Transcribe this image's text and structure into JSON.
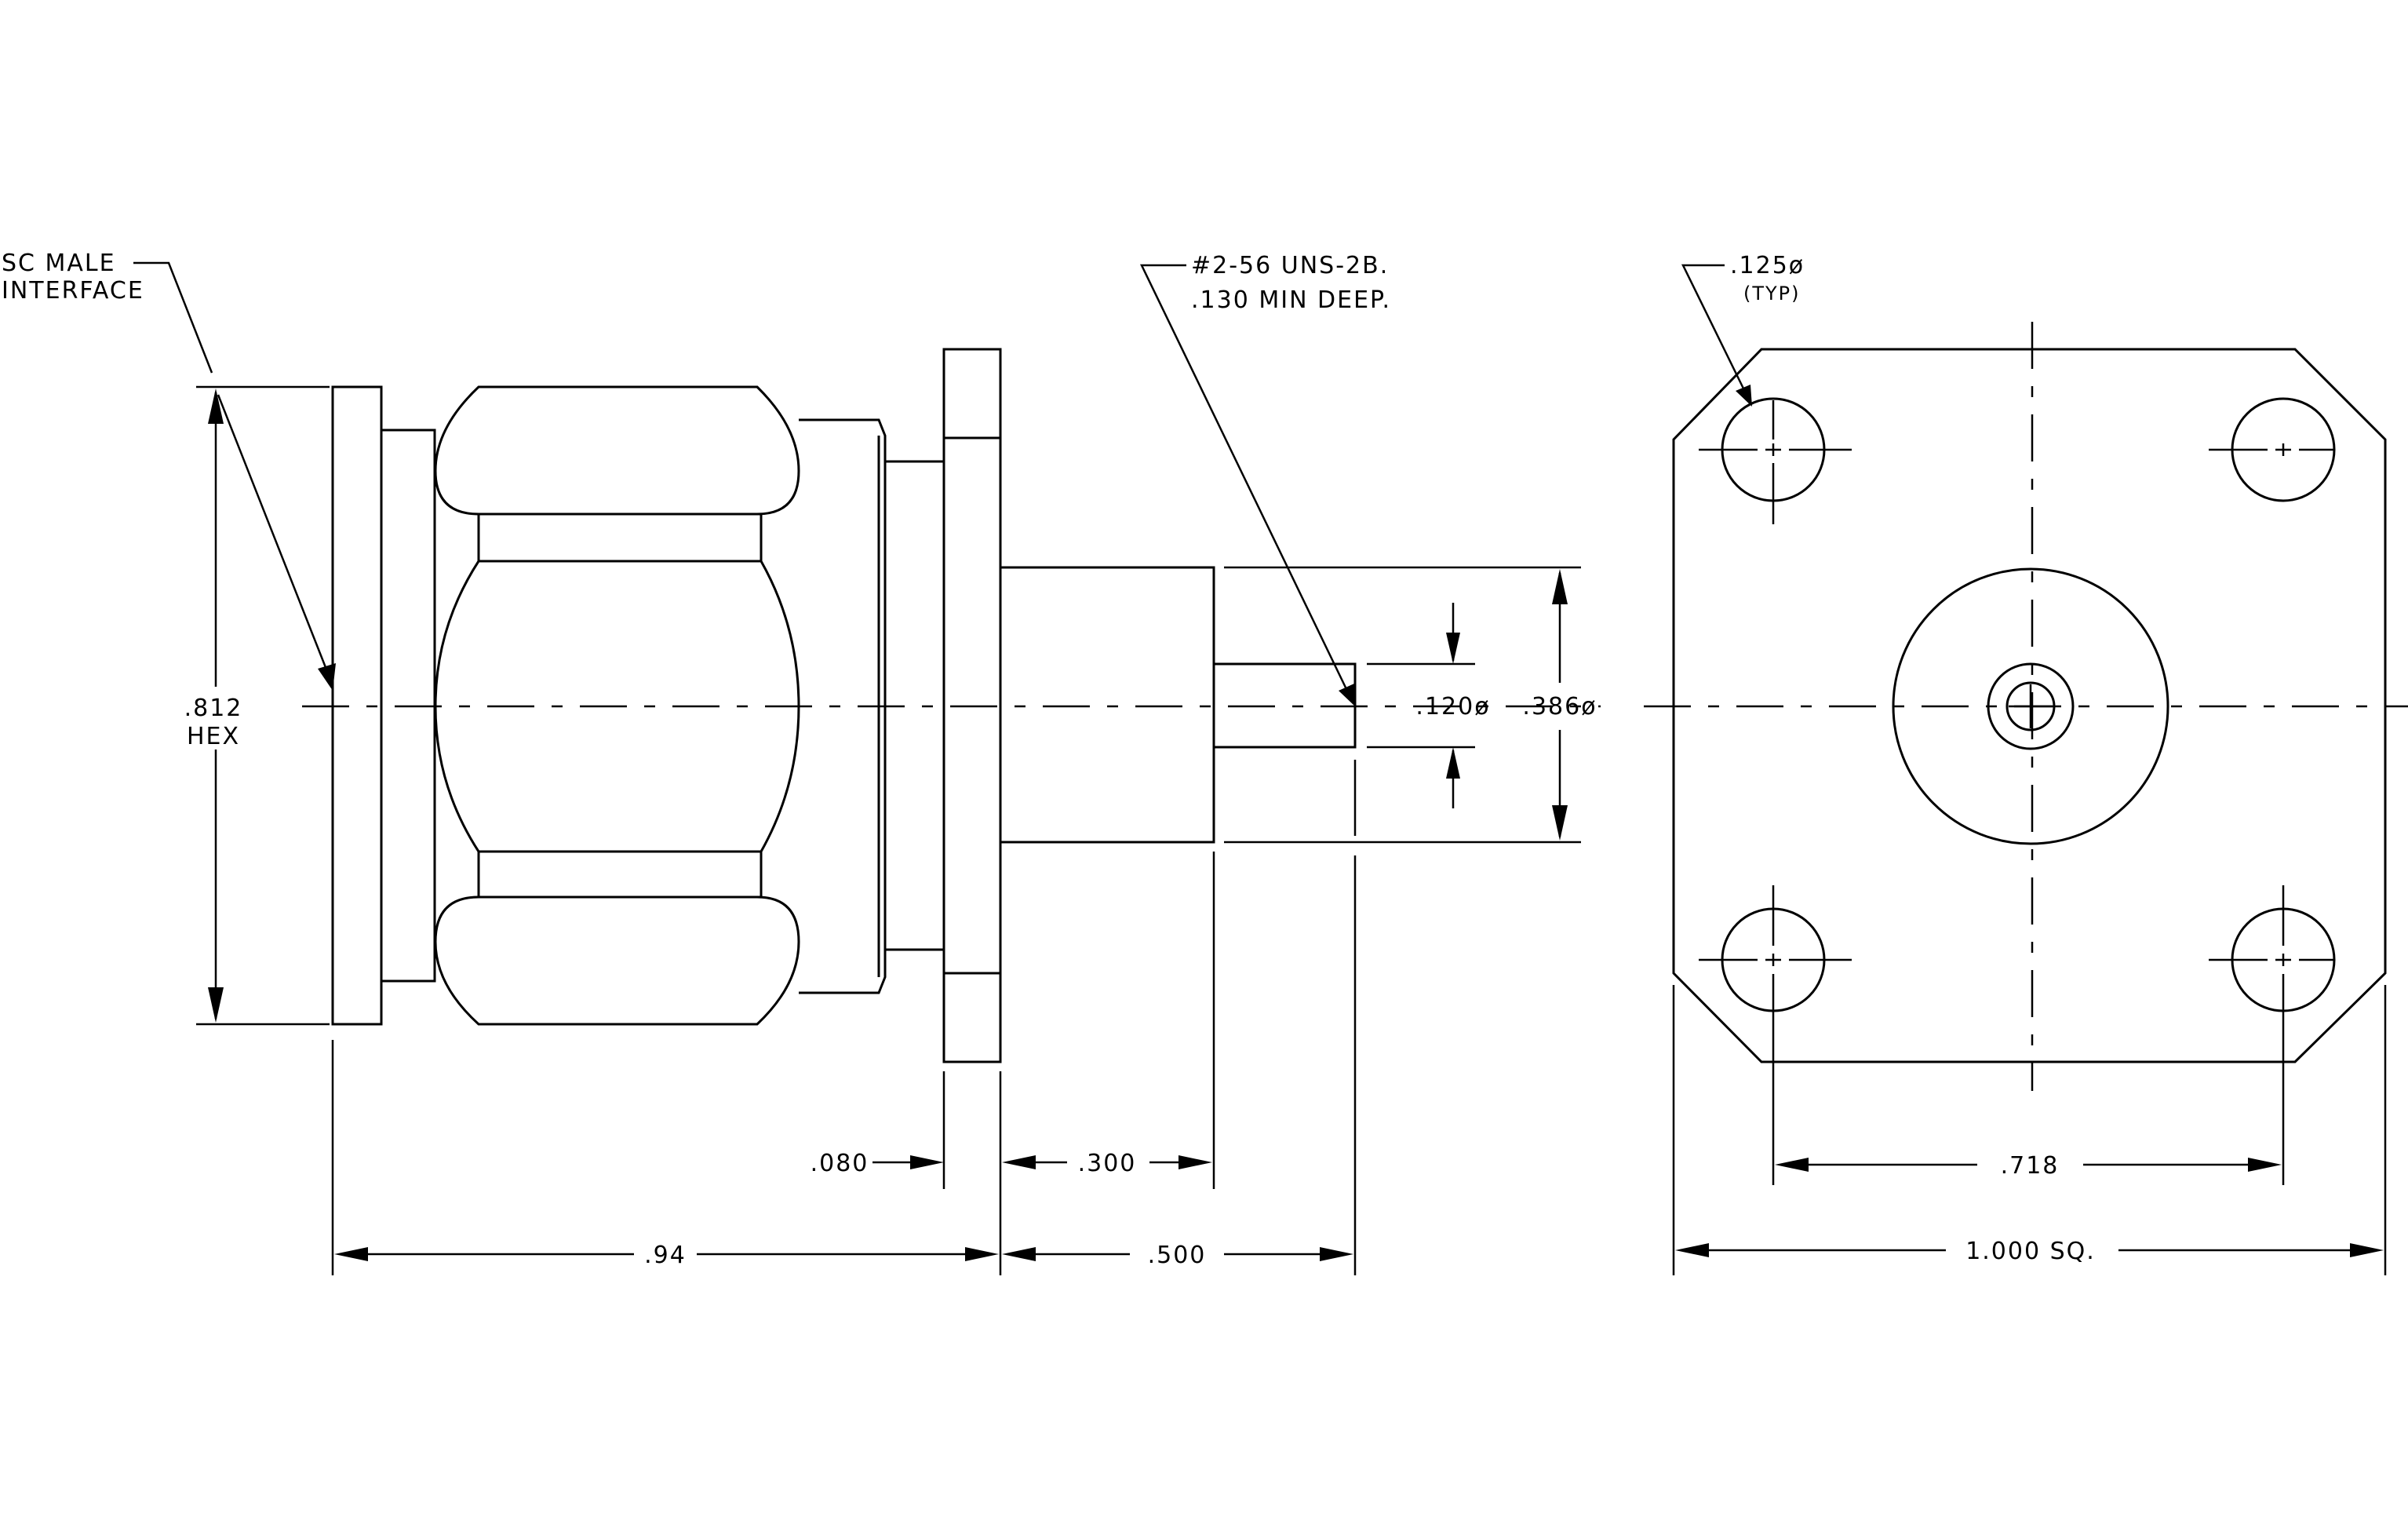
{
  "drawing": {
    "callouts": {
      "interface_line1": "SC MALE",
      "interface_line2": "INTERFACE",
      "thread_line1": "#2-56 UNS-2B.",
      "thread_line2": ".130 MIN DEEP.",
      "hole_dia": ".125ø",
      "hole_typ": "(TYP)"
    },
    "dimensions": {
      "hex_value": ".812",
      "hex_label": "HEX",
      "pin_dia": ".120ø",
      "body_dia": ".386ø",
      "flange_thickness": ".080",
      "body_length": ".300",
      "overall_length": ".94",
      "rear_length": ".500",
      "hole_spacing": ".718",
      "flange_size": "1.000 SQ."
    }
  }
}
